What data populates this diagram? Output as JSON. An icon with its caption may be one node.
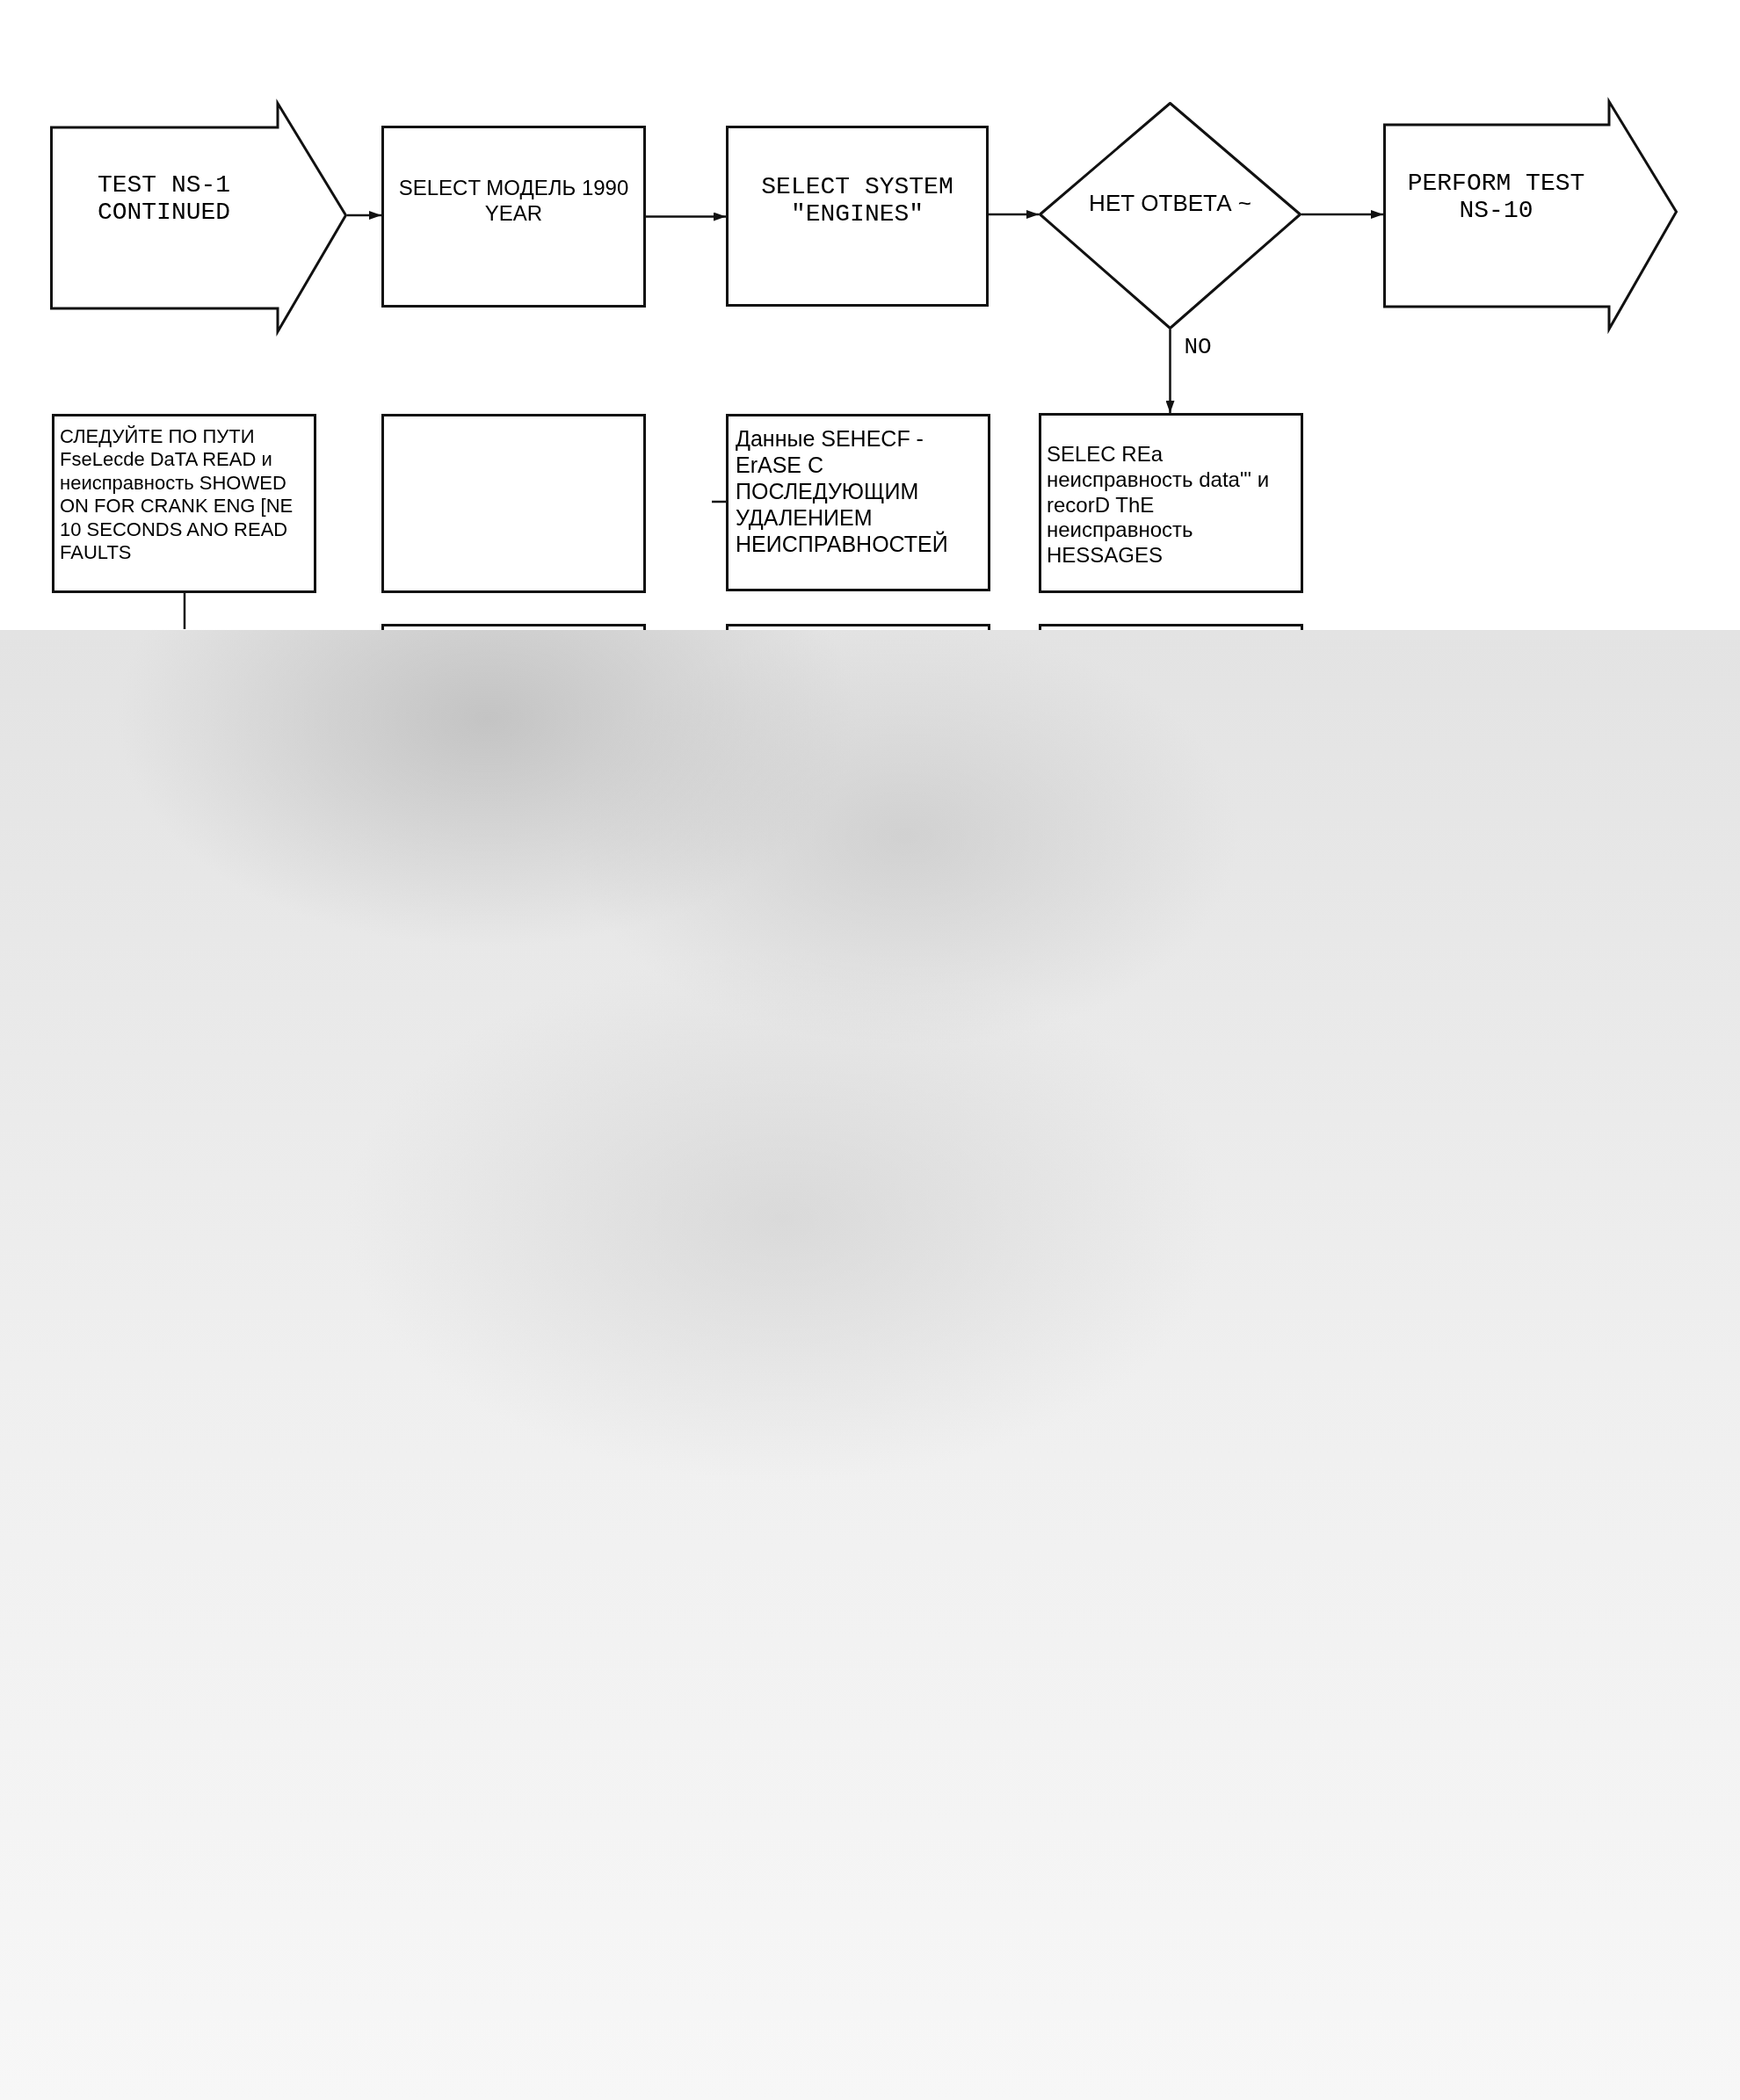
{
  "diagram": {
    "nodes": [
      {
        "text": [
          "TEST NS-1 CONTINUED"
        ]
      },
      {
        "text": [
          "SELECT МОДЕЛЬ 1990 YEAR"
        ]
      },
      {
        "text": [
          "SELECT SYSTEM \"ENGINES\""
        ]
      },
      {
        "text": [
          "НЕТ ОТВЕТА ~"
        ]
      },
      {
        "text": [
          "PERFORM TEST NS-10"
        ]
      },
      {
        "text": [
          "СЛЕДУЙТЕ ПО ПУТИ FseLecde DaTA READ и неисправность SHOWED ON FOR CRANK ENG [NE 10 SECONDS ANO READ FAULTS"
        ]
      },
      {
        "text": [],
        "shape": "box"
      },
      {
        "text": [
          "Данные SEHECF - ErASE С ПОСЛЕДУЮЩИМ УДАЛЕНИЕМ НЕИСПРАВНОСТЕЙ"
        ]
      },
      {
        "text": [
          "SELEC REa неисправность data\"' и recorD ThE неисправность HESSAGES"
        ]
      },
      {
        "text": [],
        "shape": "box"
      },
      {
        "text": [],
        "shape": "box"
      },
      {
        "text": [],
        "shape": "box"
      }
    ],
    "edges": [
      {
        "from": 0,
        "to": 1,
        "arrow": "to"
      },
      {
        "from": 1,
        "to": 2,
        "arrow": "to"
      },
      {
        "from": 2,
        "to": 3,
        "arrow": "to"
      },
      {
        "from": 3,
        "to": 4,
        "arrow": "to"
      },
      {
        "from": 3,
        "to": 8,
        "arrow": "to",
        "label": "NO"
      },
      {
        "from": 5,
        "to": null,
        "arrow": "none"
      },
      {
        "from": null,
        "to": 7,
        "arrow": "none"
      }
    ]
  }
}
